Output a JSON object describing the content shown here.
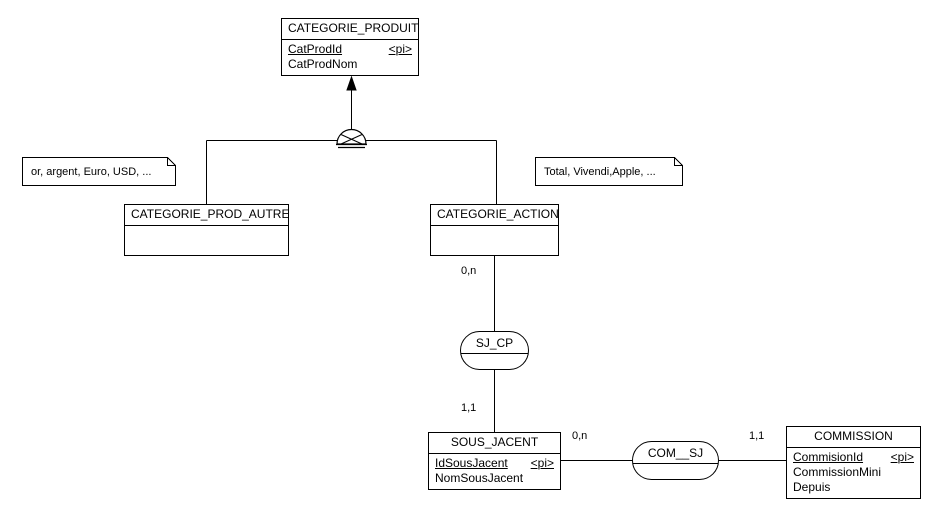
{
  "diagram": {
    "type": "conceptual-data-model",
    "background": "#ffffff",
    "line_color": "#000000",
    "text_color": "#000000"
  },
  "entities": [
    {
      "id": "categorie-produit",
      "name": "CATEGORIE_PRODUIT",
      "attributes": [
        {
          "name": "CatProdId",
          "flag": "<pi>",
          "primary": true
        },
        {
          "name": "CatProdNom",
          "flag": "",
          "primary": false
        }
      ]
    },
    {
      "id": "categorie-prod-autre",
      "name": "CATEGORIE_PROD_AUTRE",
      "attributes": []
    },
    {
      "id": "categorie-action",
      "name": "CATEGORIE_ACTION",
      "attributes": []
    },
    {
      "id": "sous-jacent",
      "name": "SOUS_JACENT",
      "attributes": [
        {
          "name": "IdSousJacent",
          "flag": "<pi>",
          "primary": true
        },
        {
          "name": "NomSousJacent",
          "flag": "",
          "primary": false
        }
      ]
    },
    {
      "id": "commission",
      "name": "COMMISSION",
      "attributes": [
        {
          "name": "CommisionId",
          "flag": "<pi>",
          "primary": true
        },
        {
          "name": "CommissionMini",
          "flag": "",
          "primary": false
        },
        {
          "name": "Depuis",
          "flag": "",
          "primary": false
        }
      ]
    }
  ],
  "relationships": [
    {
      "id": "sj-cp",
      "name": "SJ_CP"
    },
    {
      "id": "com-sj",
      "name": "COM__SJ"
    }
  ],
  "notes": [
    {
      "id": "note-autre",
      "text": "or, argent, Euro, USD, ..."
    },
    {
      "id": "note-action",
      "text": "Total, Vivendi,Apple, ..."
    }
  ],
  "cardinalities": [
    {
      "id": "card-action-sjcp",
      "value": "0,n"
    },
    {
      "id": "card-sjcp-sousjacent",
      "value": "1,1"
    },
    {
      "id": "card-sousjacent-comsj",
      "value": "0,n"
    },
    {
      "id": "card-comsj-commission",
      "value": "1,1"
    }
  ],
  "inheritance": {
    "id": "inheritance-x",
    "symbol": "X",
    "parent": "CATEGORIE_PRODUIT",
    "children": [
      "CATEGORIE_PROD_AUTRE",
      "CATEGORIE_ACTION"
    ]
  }
}
